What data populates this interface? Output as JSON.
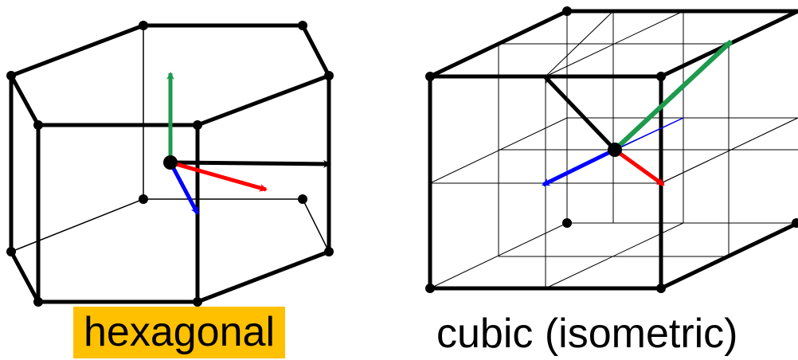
{
  "diagrams": [
    {
      "id": "hexagonal",
      "label": "hexagonal",
      "label_highlight": "#ffc000"
    },
    {
      "id": "cubic",
      "label": "cubic (isometric)"
    }
  ],
  "colors": {
    "edge": "#000000",
    "axis_red": "#ff0000",
    "axis_green": "#1e9a4e",
    "axis_blue": "#0000ff",
    "axis_black": "#000000"
  },
  "icons": [
    "hexagonal-prism-icon",
    "cubic-lattice-icon"
  ]
}
